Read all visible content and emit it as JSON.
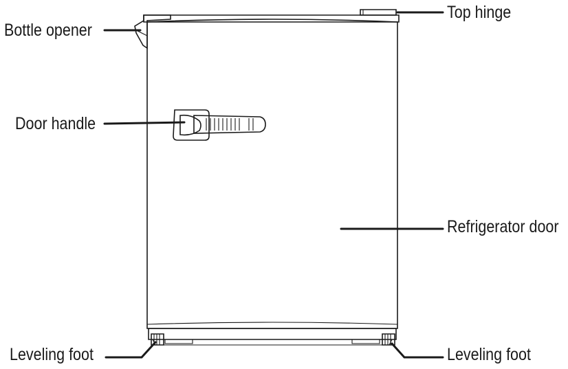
{
  "labels": {
    "bottle_opener": "Bottle opener",
    "top_hinge": "Top hinge",
    "door_handle": "Door handle",
    "refrigerator_door": "Refrigerator door",
    "leveling_foot_left": "Leveling foot",
    "leveling_foot_right": "Leveling foot"
  },
  "colors": {
    "line": "#1a1a1a",
    "background": "#ffffff"
  }
}
